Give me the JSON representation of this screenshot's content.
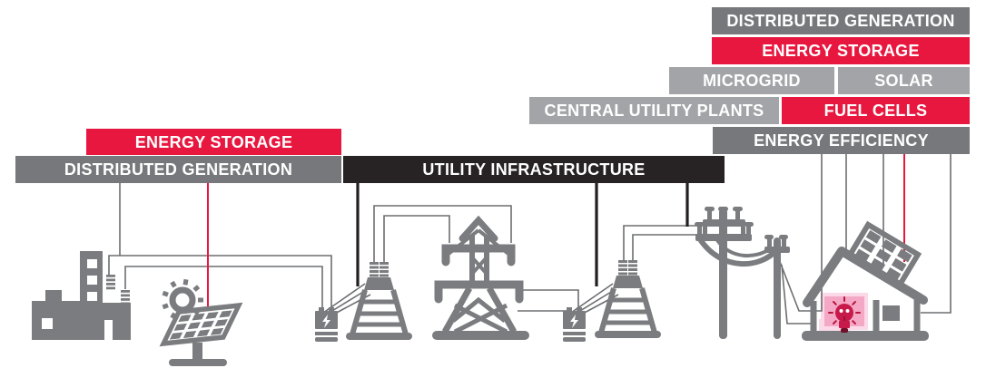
{
  "colors": {
    "bar-red": "#e8173f",
    "bar-dark-gray": "#77787b",
    "bar-medium-gray": "#a2a4a7",
    "bar-black": "#272223",
    "icon-gray": "#7b7c7f",
    "wire-gray": "#6d6e71",
    "wire-black": "#231f20",
    "bulb-red": "#c7194a",
    "bulb-ray-red": "#b5163f",
    "bulb-tip-maroon": "#701028",
    "glow-pink": "#f5a8c5",
    "glow-pink-light": "#fbd9e8",
    "label-text": "#ffffff"
  },
  "labels": {
    "left_energy_storage": "ENERGY STORAGE",
    "left_distributed_generation": "DISTRIBUTED GENERATION",
    "utility_infrastructure": "UTILITY INFRASTRUCTURE",
    "right_distributed_generation": "DISTRIBUTED GENERATION",
    "right_energy_storage": "ENERGY STORAGE",
    "microgrid": "MICROGRID",
    "solar": "SOLAR",
    "central_utility_plants": "CENTRAL UTILITY PLANTS",
    "fuel_cells": "FUEL CELLS",
    "energy_efficiency": "ENERGY EFFICIENCY"
  },
  "icons": [
    "city-buildings-icon",
    "sun-icon",
    "solar-panel-icon",
    "battery-icon",
    "transmission-pylon-icon",
    "transmission-tower-icon",
    "battery-icon",
    "distribution-pylon-icon",
    "utility-pole-icon",
    "smart-home-icon",
    "rooftop-solar-panels-icon",
    "lightbulb-icon"
  ]
}
